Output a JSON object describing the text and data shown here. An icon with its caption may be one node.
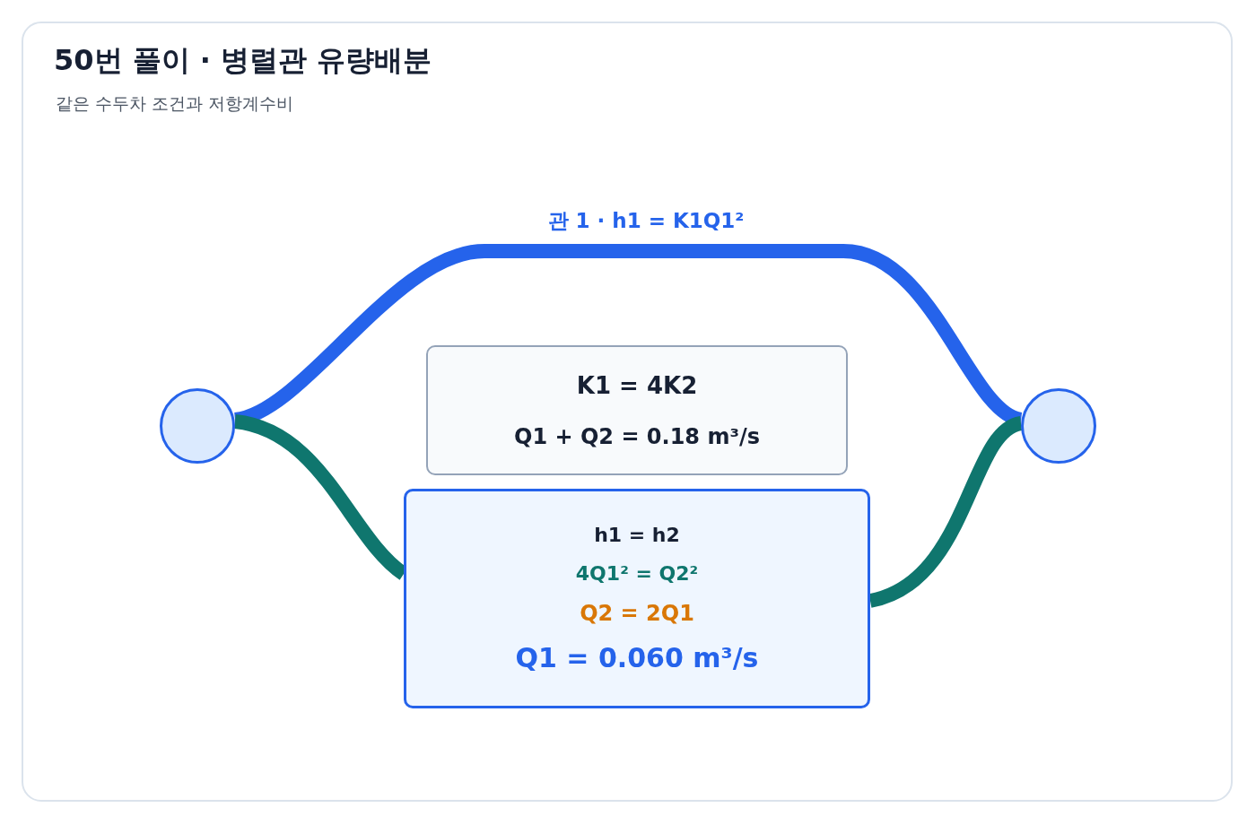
{
  "diagram": {
    "title": "50번 풀이 · 병렬관 유량배분",
    "caption": "같은 수두차 조건과 저항계수비",
    "nodes": [
      {
        "text": [],
        "shape": "circle"
      },
      {
        "text": [
          "K1 = 4K2",
          "Q1 + Q2 = 0.18 m³/s"
        ]
      },
      {
        "text": [
          "h1 = h2",
          "4Q1² = Q2²",
          "Q2 = 2Q1",
          "Q1 = 0.060 m³/s"
        ]
      },
      {
        "text": [],
        "shape": "circle"
      }
    ],
    "edges": [
      {
        "from": 0,
        "to": 3,
        "arrow": "none",
        "label": "관 1 · h1 = K1Q1²",
        "color": "#2563eb"
      },
      {
        "from": 0,
        "to": 2,
        "arrow": "none"
      },
      {
        "from": 2,
        "to": 3,
        "arrow": "none"
      }
    ]
  }
}
